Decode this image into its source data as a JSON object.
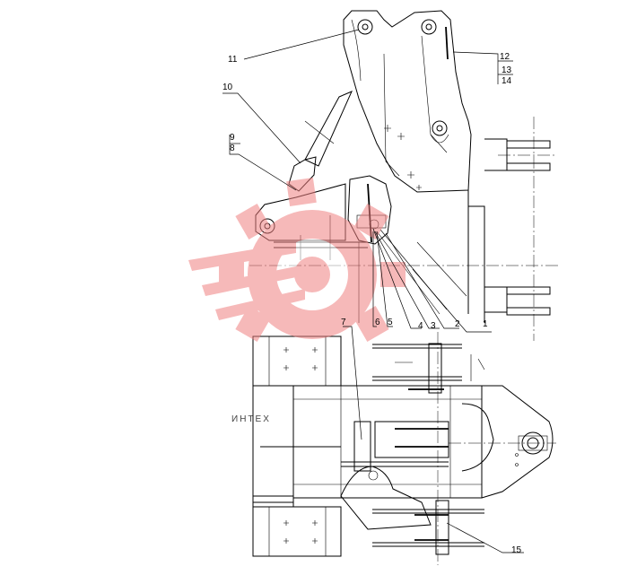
{
  "drawing": {
    "callouts": [
      {
        "id": "c1",
        "text": "1"
      },
      {
        "id": "c2",
        "text": "2"
      },
      {
        "id": "c3",
        "text": "3"
      },
      {
        "id": "c4",
        "text": "4"
      },
      {
        "id": "c5",
        "text": "5"
      },
      {
        "id": "c6",
        "text": "6"
      },
      {
        "id": "c7",
        "text": "7"
      },
      {
        "id": "c8",
        "text": "8"
      },
      {
        "id": "c9",
        "text": "9"
      },
      {
        "id": "c10",
        "text": "10"
      },
      {
        "id": "c11",
        "text": "11"
      },
      {
        "id": "c12",
        "text": "12"
      },
      {
        "id": "c13",
        "text": "13"
      },
      {
        "id": "c14",
        "text": "14"
      },
      {
        "id": "c15",
        "text": "15"
      }
    ]
  },
  "watermark": {
    "text": "ИНТЕХ",
    "logo_color": "#f08080",
    "text_color": "#b8b8b8"
  }
}
